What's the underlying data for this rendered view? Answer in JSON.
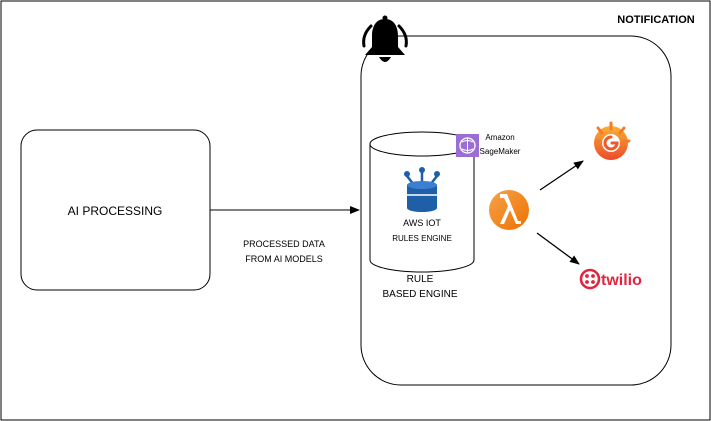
{
  "diagram": {
    "title": "NOTIFICATION",
    "ai_processing": {
      "label": "AI PROCESSING"
    },
    "edge": {
      "label_line1": "PROCESSED DATA",
      "label_line2": "FROM AI MODELS"
    },
    "rules_engine": {
      "label_line1": "AWS IOT",
      "label_line2": "RULES ENGINE"
    },
    "sagemaker": {
      "label_line1": "Amazon",
      "label_line2": "SageMaker"
    },
    "rule_engine_caption": {
      "line1": "RULE",
      "line2": "BASED ENGINE"
    },
    "twilio": {
      "label": "twilio"
    },
    "icons": {
      "bell": "bell-icon",
      "aws_iot_rules": "aws-iot-rules-engine-icon",
      "sagemaker": "amazon-sagemaker-icon",
      "lambda": "aws-lambda-icon",
      "grafana": "grafana-icon",
      "twilio": "twilio-icon"
    },
    "colors": {
      "lambda": "#ED7100",
      "sagemaker": "#9B6DD6",
      "iot_blue": "#1E5FA8",
      "grafana": "#F05A28",
      "twilio": "#E2253F"
    }
  }
}
